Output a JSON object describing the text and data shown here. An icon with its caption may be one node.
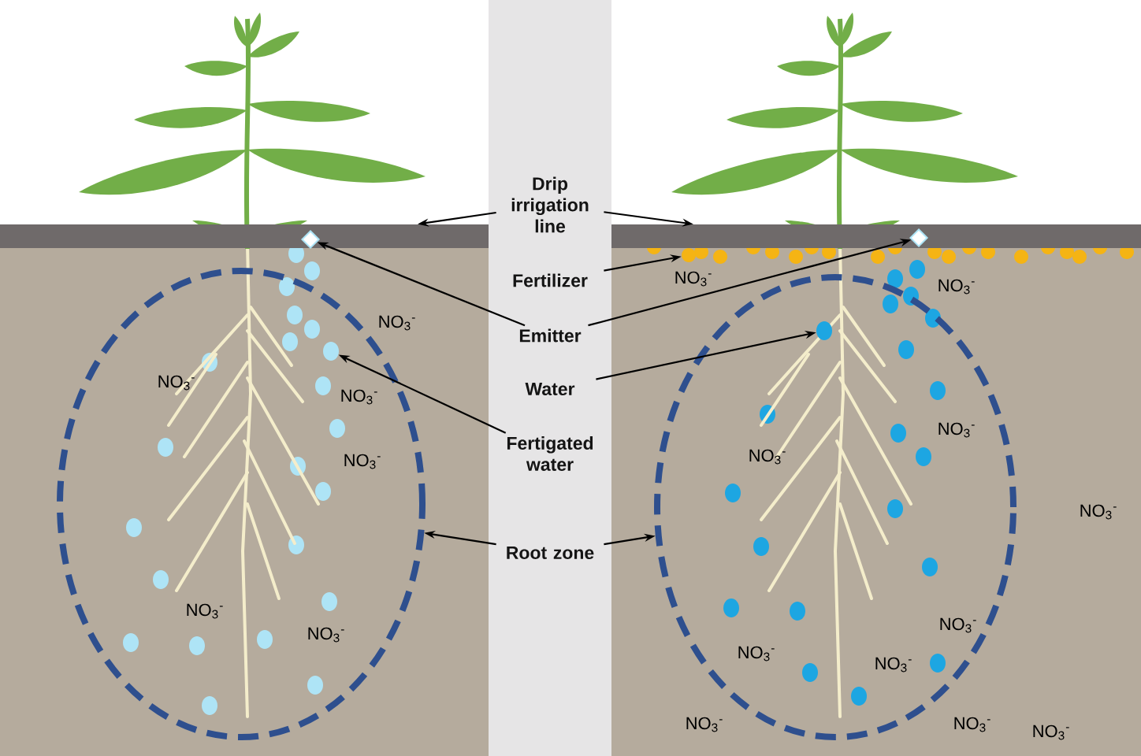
{
  "diagram": {
    "nodes": [
      {
        "text": [
          "Drip irrigation line"
        ]
      },
      {
        "text": [
          "Fertilizer"
        ]
      },
      {
        "text": [
          "Emitter"
        ]
      },
      {
        "text": [
          "Water"
        ]
      },
      {
        "text": [
          "Fertigated water"
        ]
      },
      {
        "text": [
          "Root zone"
        ]
      },
      {
        "text": [],
        "shape": "bar"
      },
      {
        "text": [],
        "shape": "bar"
      },
      {
        "text": [],
        "shape": "circle"
      },
      {
        "text": [],
        "shape": "diamond",
        "in": 6
      },
      {
        "text": [],
        "shape": "diamond",
        "in": 7
      },
      {
        "text": [],
        "shape": "ellipse"
      },
      {
        "text": [],
        "shape": "ellipse"
      },
      {
        "text": [],
        "shape": "drop",
        "in": 12
      },
      {
        "text": [],
        "shape": "drop",
        "in": 11
      }
    ],
    "edges": [
      {
        "from": 0,
        "to": 6,
        "arrow": "to"
      },
      {
        "from": 0,
        "to": 7,
        "arrow": "to"
      },
      {
        "from": 1,
        "to": 8,
        "arrow": "to"
      },
      {
        "from": 2,
        "to": 9,
        "arrow": "to"
      },
      {
        "from": 2,
        "to": 10,
        "arrow": "to"
      },
      {
        "from": 3,
        "to": 13,
        "arrow": "to"
      },
      {
        "from": 4,
        "to": 14,
        "arrow": "to"
      },
      {
        "from": 5,
        "to": 11,
        "arrow": "to"
      },
      {
        "from": 5,
        "to": 12,
        "arrow": "to"
      }
    ],
    "labels": [
      "NO$_{3}$$^{-}$",
      "NO$_{3}$$^{-}$",
      "NO$_{3}$$^{-}$",
      "NO$_{3}$$^{-}$",
      "NO$_{3}$$^{-}$",
      "NO$_{3}$$^{-}$",
      "NO$_{3}$$^{-}$",
      "NO$_{3}$$^{-}$",
      "NO$_{3}$$^{-}$",
      "NO$_{3}$$^{-}$",
      "NO$_{3}$$^{-}$",
      "NO$_{3}$$^{-}$",
      "NO$_{3}$$^{-}$",
      "NO$_{3}$$^{-}$",
      "NO$_{3}$$^{-}$",
      "NO$_{3}$$^{-}$",
      "NO$_{3}$$^{-}$"
    ]
  }
}
